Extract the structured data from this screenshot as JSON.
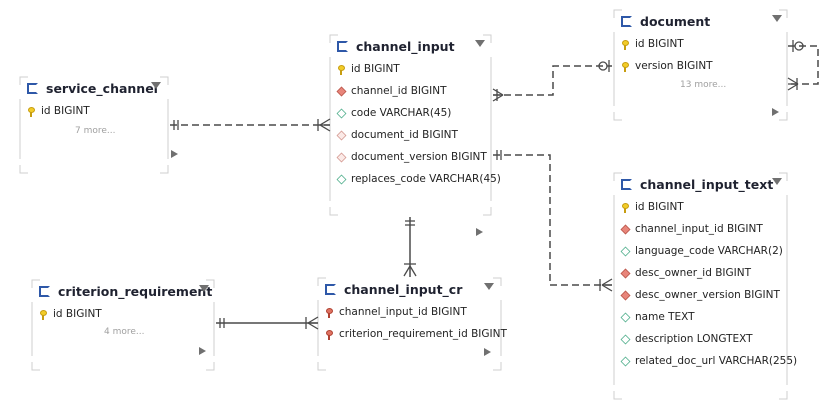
{
  "diagram": {
    "entities": [
      {
        "id": "service_channel",
        "title": "service_channel",
        "columns": [
          {
            "name": "id BIGINT",
            "icon": "primary-key-icon"
          }
        ],
        "more": "7 more..."
      },
      {
        "id": "channel_input",
        "title": "channel_input",
        "columns": [
          {
            "name": "id BIGINT",
            "icon": "primary-key-icon"
          },
          {
            "name": "channel_id BIGINT",
            "icon": "foreign-key-icon"
          },
          {
            "name": "code VARCHAR(45)",
            "icon": "column-icon"
          },
          {
            "name": "document_id BIGINT",
            "icon": "nullable-foreign-key-icon"
          },
          {
            "name": "document_version BIGINT",
            "icon": "nullable-foreign-key-icon"
          },
          {
            "name": "replaces_code VARCHAR(45)",
            "icon": "column-icon"
          }
        ]
      },
      {
        "id": "document",
        "title": "document",
        "columns": [
          {
            "name": "id BIGINT",
            "icon": "primary-key-icon"
          },
          {
            "name": "version BIGINT",
            "icon": "primary-key-icon"
          }
        ],
        "more": "13 more..."
      },
      {
        "id": "channel_input_text",
        "title": "channel_input_text",
        "columns": [
          {
            "name": "id BIGINT",
            "icon": "primary-key-icon"
          },
          {
            "name": "channel_input_id BIGINT",
            "icon": "foreign-key-icon"
          },
          {
            "name": "language_code VARCHAR(2)",
            "icon": "column-icon"
          },
          {
            "name": "desc_owner_id BIGINT",
            "icon": "foreign-key-icon"
          },
          {
            "name": "desc_owner_version BIGINT",
            "icon": "foreign-key-icon"
          },
          {
            "name": "name TEXT",
            "icon": "column-icon"
          },
          {
            "name": "description LONGTEXT",
            "icon": "column-icon"
          },
          {
            "name": "related_doc_url VARCHAR(255)",
            "icon": "column-icon"
          }
        ]
      },
      {
        "id": "criterion_requirement",
        "title": "criterion_requirement",
        "columns": [
          {
            "name": "id BIGINT",
            "icon": "primary-key-icon"
          }
        ],
        "more": "4 more..."
      },
      {
        "id": "channel_input_cr",
        "title": "channel_input_cr",
        "columns": [
          {
            "name": "channel_input_id BIGINT",
            "icon": "foreign-primary-key-icon"
          },
          {
            "name": "criterion_requirement_id BIGINT",
            "icon": "foreign-primary-key-icon"
          }
        ]
      }
    ],
    "relationships": [
      {
        "from": "service_channel",
        "to": "channel_input",
        "cardinality": "one-to-many",
        "line": "dashed"
      },
      {
        "from": "document",
        "to": "channel_input",
        "cardinality": "zero-or-one-to-many",
        "line": "dashed"
      },
      {
        "from": "channel_input",
        "to": "channel_input_text",
        "cardinality": "one-to-many",
        "line": "dashed"
      },
      {
        "from": "channel_input",
        "to": "channel_input_cr",
        "cardinality": "one-to-many",
        "line": "solid"
      },
      {
        "from": "criterion_requirement",
        "to": "channel_input_cr",
        "cardinality": "one-to-many",
        "line": "solid"
      },
      {
        "from": "document",
        "to": "document",
        "cardinality": "zero-or-one-to-many",
        "line": "dashed"
      }
    ],
    "colors": {
      "primary_key": "#f2cc28",
      "foreign_key": "#e8857a",
      "column": "#4fae8c",
      "table_icon": "#2e58a8",
      "connector": "#4a4a4a"
    }
  }
}
